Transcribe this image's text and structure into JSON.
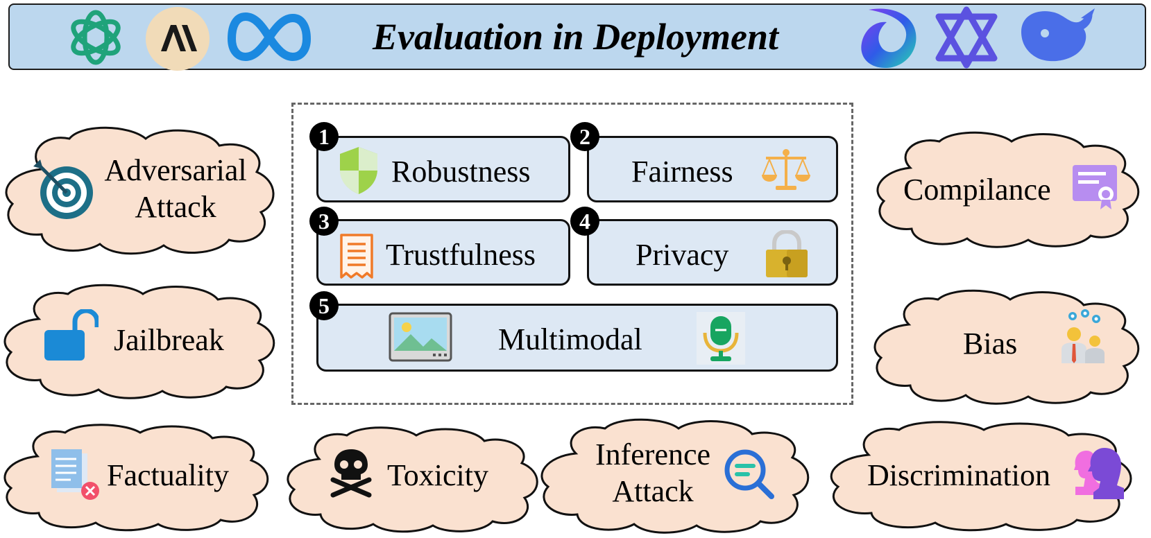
{
  "header": {
    "title": "Evaluation in Deployment"
  },
  "header_logos": [
    "openai-logo",
    "anthropic-logo",
    "meta-logo",
    "copilot-logo",
    "qwen-logo",
    "deepseek-logo"
  ],
  "dimensions": [
    {
      "number": "1",
      "label": "Robustness",
      "icon": "shield-icon"
    },
    {
      "number": "2",
      "label": "Fairness",
      "icon": "scales-icon"
    },
    {
      "number": "3",
      "label": "Trustfulness",
      "icon": "receipt-icon"
    },
    {
      "number": "4",
      "label": "Privacy",
      "icon": "padlock-icon"
    },
    {
      "number": "5",
      "label": "Multimodal",
      "icon": "image-icon"
    }
  ],
  "risks": {
    "adversarial": {
      "line1": "Adversarial",
      "line2": "Attack",
      "icon": "target-icon"
    },
    "jailbreak": {
      "label": "Jailbreak",
      "icon": "unlock-icon"
    },
    "factuality": {
      "label": "Factuality",
      "icon": "document-error-icon"
    },
    "toxicity": {
      "label": "Toxicity",
      "icon": "skull-crossbones-icon"
    },
    "inference": {
      "line1": "Inference",
      "line2": "Attack",
      "icon": "search-icon"
    },
    "discrimination": {
      "label": "Discrimination",
      "icon": "profiles-icon"
    },
    "compilance": {
      "label": "Compilance",
      "icon": "certificate-icon"
    },
    "bias": {
      "label": "Bias",
      "icon": "people-gears-icon"
    }
  },
  "colors": {
    "banner": "#bcd7ee",
    "box": "#dde8f4",
    "cloud": "#fae1d0",
    "frame": "#666666"
  }
}
